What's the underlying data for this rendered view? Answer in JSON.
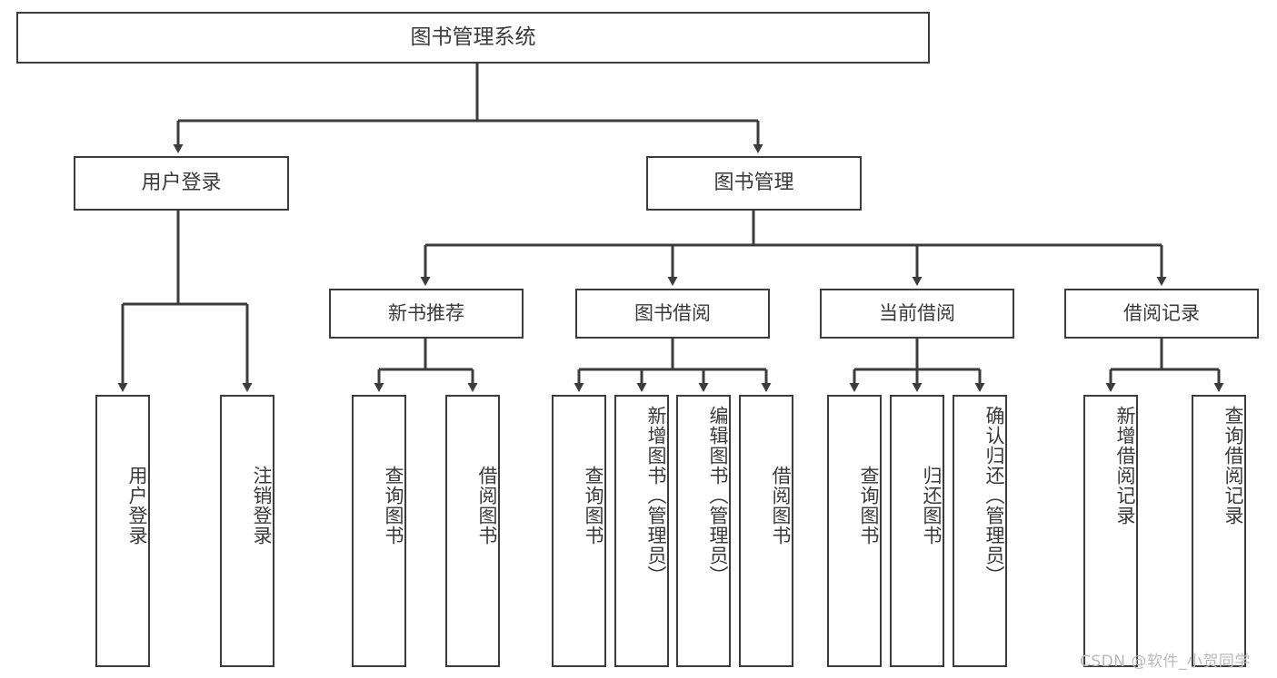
{
  "diagram": {
    "title": "图书管理系统",
    "type": "hierarchy-tree",
    "root": {
      "label": "图书管理系统"
    },
    "level2": [
      {
        "label": "用户登录"
      },
      {
        "label": "图书管理"
      }
    ],
    "level3": [
      {
        "label": "新书推荐"
      },
      {
        "label": "图书借阅"
      },
      {
        "label": "当前借阅"
      },
      {
        "label": "借阅记录"
      }
    ],
    "leaves": [
      {
        "label": "用户登录"
      },
      {
        "label": "注销登录"
      },
      {
        "label": "查询图书"
      },
      {
        "label": "借阅图书"
      },
      {
        "label": "查询图书"
      },
      {
        "label": "新增图书（管理员）"
      },
      {
        "label": "编辑图书（管理员）"
      },
      {
        "label": "借阅图书"
      },
      {
        "label": "查询图书"
      },
      {
        "label": "归还图书"
      },
      {
        "label": "确认归还（管理员）"
      },
      {
        "label": "新增借阅记录"
      },
      {
        "label": "查询借阅记录"
      }
    ],
    "watermark": "CSDN @软件_小贺同学",
    "colors": {
      "stroke": "#3c3c3c",
      "text": "#3a3a3a",
      "background": "#ffffff",
      "watermark": "#b9b9b9"
    }
  }
}
